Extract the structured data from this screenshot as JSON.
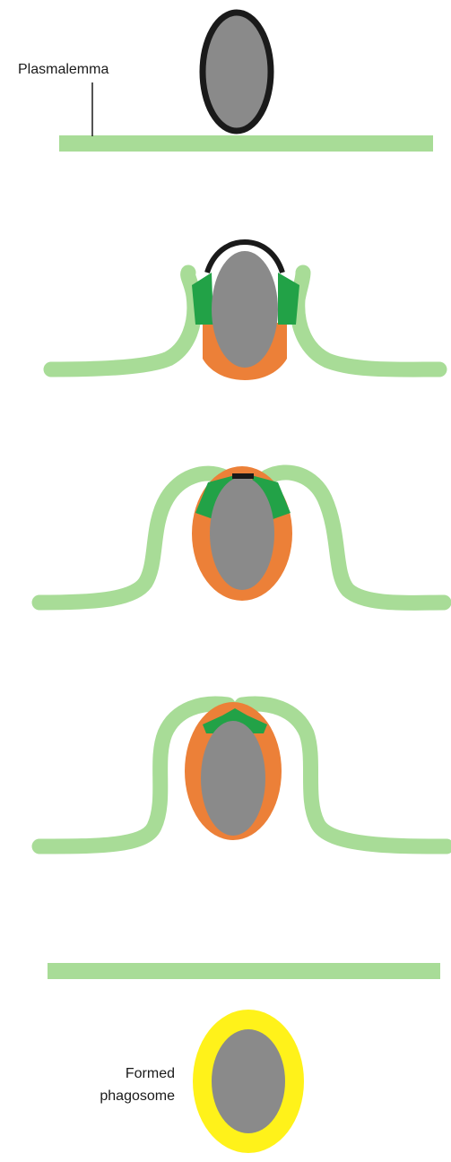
{
  "labels": {
    "plasmalemma": "Plasmalemma",
    "formed_phagosome_line1": "Formed",
    "formed_phagosome_line2": "phagosome"
  },
  "colors": {
    "membrane": "#a8dc97",
    "particle": "#8a8a8a",
    "particle_outline": "#1a1a1a",
    "actin_cap": "#22a247",
    "coat": "#ec8038",
    "phagosome_rim": "#fff21a",
    "label_text": "#1a1a1a"
  },
  "stages": [
    {
      "name": "particle-binding"
    },
    {
      "name": "pseudopod-extension"
    },
    {
      "name": "pseudopod-advance"
    },
    {
      "name": "pseudopod-fusion"
    },
    {
      "name": "phagosome-formed"
    }
  ]
}
